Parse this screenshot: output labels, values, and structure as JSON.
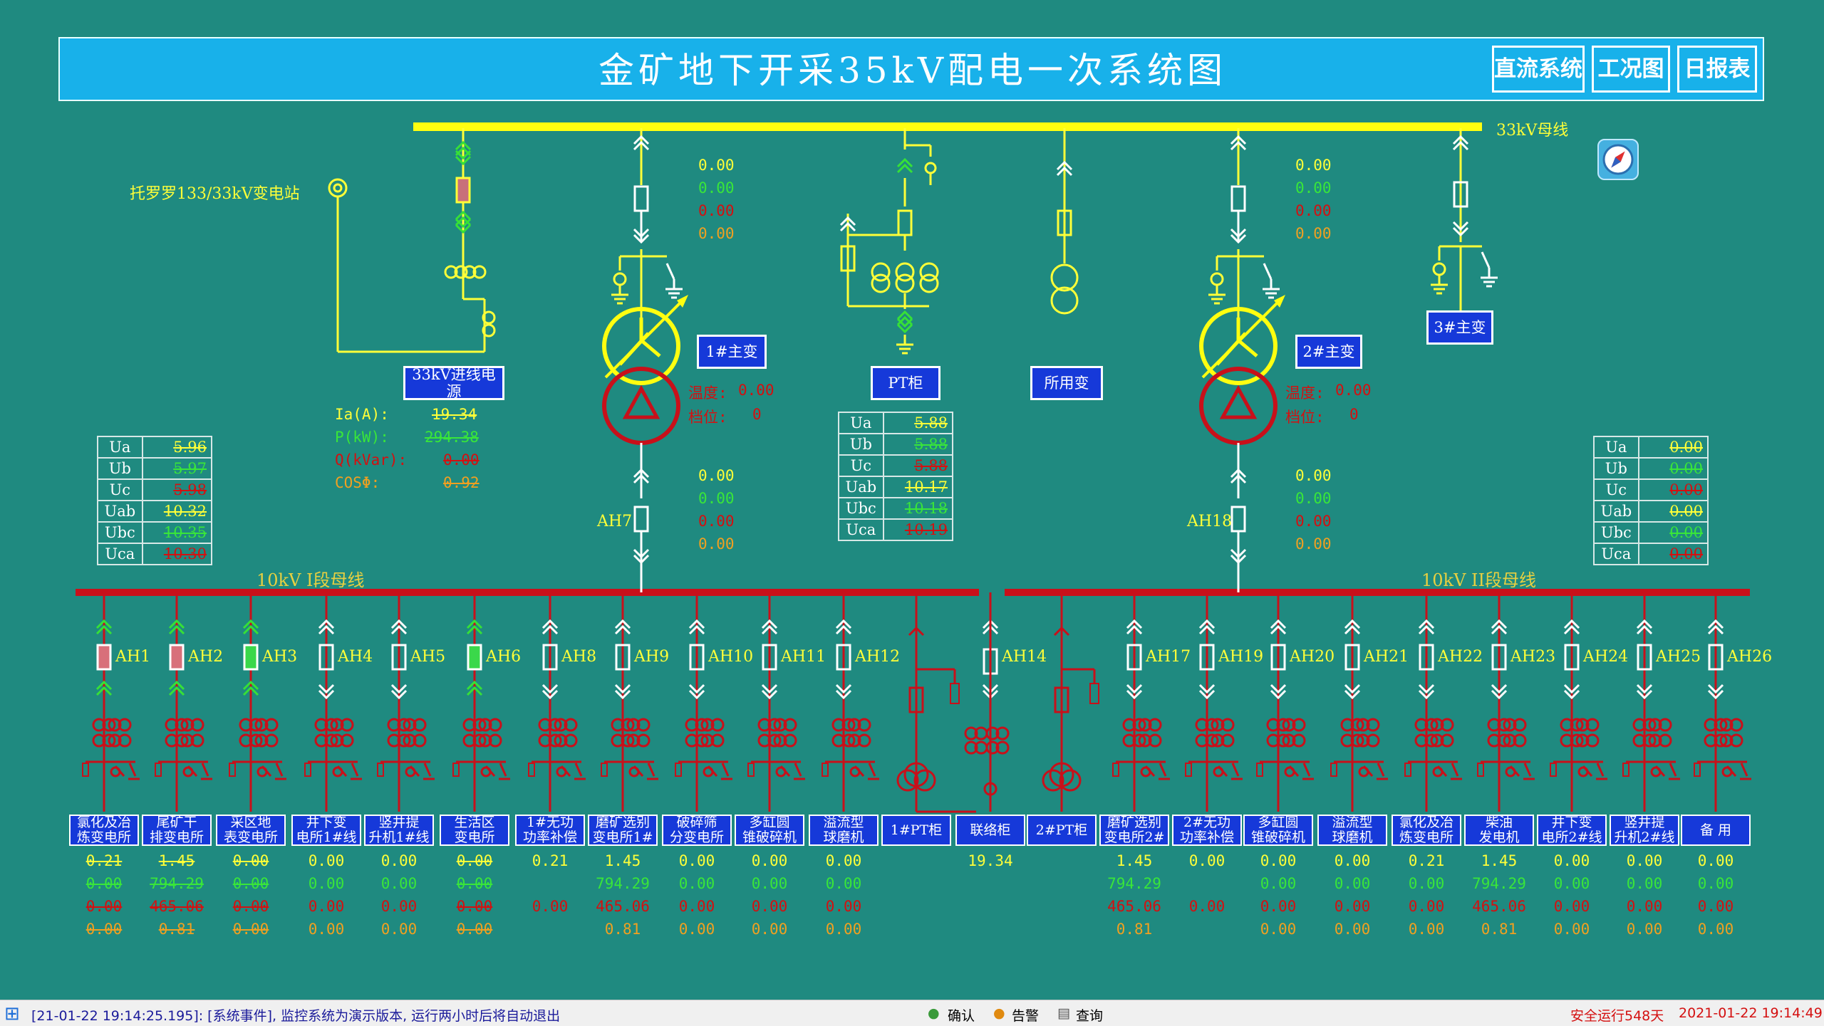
{
  "title": "金矿地下开采35kV配电一次系统图",
  "top_buttons": [
    {
      "id": "dc",
      "label": "直流系统"
    },
    {
      "id": "work",
      "label": "工况图"
    },
    {
      "id": "report",
      "label": "日报表"
    }
  ],
  "bus": {
    "b33": "33kV母线",
    "b10a": "10kV I段母线",
    "b10b": "10kV II段母线"
  },
  "substation_label": "托罗罗133/33kV变电站",
  "blue_labels": {
    "incoming": "33kV进线电源",
    "t1": "1#主变",
    "pt": "PT柜",
    "aux": "所用变",
    "t2": "2#主变",
    "t3": "3#主变"
  },
  "incoming": {
    "rows": [
      {
        "k": "Ia(A):",
        "v": "19.34",
        "kc": "#ffff38",
        "vc": "#ffff38"
      },
      {
        "k": "P(kW):",
        "v": "294.38",
        "kc": "#39e639",
        "vc": "#39e639"
      },
      {
        "k": "Q(kVar):",
        "v": "0.00",
        "kc": "#d41010",
        "vc": "#d41010"
      },
      {
        "k": "COSΦ:",
        "v": "0.92",
        "kc": "#f0a020",
        "vc": "#f0a020"
      }
    ]
  },
  "t1": {
    "vals_top": [
      "0.00",
      "0.00",
      "0.00",
      "0.00"
    ],
    "vals_bot": [
      "0.00",
      "0.00",
      "0.00",
      "0.00"
    ],
    "temp_label": "温度:",
    "temp": "0.00",
    "tap_label": "档位:",
    "tap": "0",
    "feeder": "AH7"
  },
  "t2": {
    "vals_top": [
      "0.00",
      "0.00",
      "0.00",
      "0.00"
    ],
    "vals_bot": [
      "0.00",
      "0.00",
      "0.00",
      "0.00"
    ],
    "temp_label": "温度:",
    "temp": "0.00",
    "tap_label": "档位:",
    "tap": "0",
    "feeder": "AH18"
  },
  "table_left": [
    [
      "Ua",
      "5.96"
    ],
    [
      "Ub",
      "5.97"
    ],
    [
      "Uc",
      "5.98"
    ],
    [
      "Uab",
      "10.32"
    ],
    [
      "Ubc",
      "10.35"
    ],
    [
      "Uca",
      "10.30"
    ]
  ],
  "table_mid": [
    [
      "Ua",
      "5.88"
    ],
    [
      "Ub",
      "5.88"
    ],
    [
      "Uc",
      "5.88"
    ],
    [
      "Uab",
      "10.17"
    ],
    [
      "Ubc",
      "10.18"
    ],
    [
      "Uca",
      "10.19"
    ]
  ],
  "table_right": [
    [
      "Ua",
      "0.00"
    ],
    [
      "Ub",
      "0.00"
    ],
    [
      "Uc",
      "0.00"
    ],
    [
      "Uab",
      "0.00"
    ],
    [
      "Ubc",
      "0.00"
    ],
    [
      "Uca",
      "0.00"
    ]
  ],
  "feeders": [
    {
      "ah": "AH1",
      "name": "氯化及冶\n炼变电所",
      "v": [
        "0.21",
        "0.00",
        "0.00",
        "0.00"
      ],
      "s": true
    },
    {
      "ah": "AH2",
      "name": "尾矿干\n排变电所",
      "v": [
        "1.45",
        "794.29",
        "465.06",
        "0.81"
      ],
      "s": true
    },
    {
      "ah": "AH3",
      "name": "采区地\n表变电所",
      "v": [
        "0.00",
        "0.00",
        "0.00",
        "0.00"
      ],
      "s": true
    },
    {
      "ah": "AH4",
      "name": "井下变\n电所1#线",
      "v": [
        "0.00",
        "0.00",
        "0.00",
        "0.00"
      ],
      "s": false
    },
    {
      "ah": "AH5",
      "name": "竖井提\n升机1#线",
      "v": [
        "0.00",
        "0.00",
        "0.00",
        "0.00"
      ],
      "s": false
    },
    {
      "ah": "AH6",
      "name": "生活区\n变电所",
      "v": [
        "0.00",
        "0.00",
        "0.00",
        "0.00"
      ],
      "s": true
    },
    {
      "ah": "AH8",
      "name": "1#无功\n功率补偿",
      "v": [
        "0.21",
        "",
        "0.00",
        ""
      ],
      "s": false
    },
    {
      "ah": "AH9",
      "name": "磨矿选别\n变电所1#",
      "v": [
        "1.45",
        "794.29",
        "465.06",
        "0.81"
      ],
      "s": false
    },
    {
      "ah": "AH10",
      "name": "破碎筛\n分变电所",
      "v": [
        "0.00",
        "0.00",
        "0.00",
        "0.00"
      ],
      "s": false
    },
    {
      "ah": "AH11",
      "name": "多缸圆\n锥破碎机",
      "v": [
        "0.00",
        "0.00",
        "0.00",
        "0.00"
      ],
      "s": false
    },
    {
      "ah": "AH12",
      "name": "溢流型\n球磨机",
      "v": [
        "0.00",
        "0.00",
        "0.00",
        "0.00"
      ],
      "s": false
    },
    {
      "ah": "",
      "name": "1#PT柜",
      "v": [
        "",
        "",
        "",
        ""
      ],
      "s": false
    },
    {
      "ah": "AH14",
      "name": "联络柜",
      "v": [
        "19.34",
        "",
        "",
        ""
      ],
      "s": false
    },
    {
      "ah": "",
      "name": "2#PT柜",
      "v": [
        "",
        "",
        "",
        ""
      ],
      "s": false
    },
    {
      "ah": "AH17",
      "name": "磨矿选别\n变电所2#",
      "v": [
        "1.45",
        "794.29",
        "465.06",
        "0.81"
      ],
      "s": false
    },
    {
      "ah": "AH19",
      "name": "2#无功\n功率补偿",
      "v": [
        "0.00",
        "",
        "0.00",
        ""
      ],
      "s": false
    },
    {
      "ah": "AH20",
      "name": "多缸圆\n锥破碎机",
      "v": [
        "0.00",
        "0.00",
        "0.00",
        "0.00"
      ],
      "s": false
    },
    {
      "ah": "AH21",
      "name": "溢流型\n球磨机",
      "v": [
        "0.00",
        "0.00",
        "0.00",
        "0.00"
      ],
      "s": false
    },
    {
      "ah": "AH22",
      "name": "氯化及冶\n炼变电所",
      "v": [
        "0.21",
        "0.00",
        "0.00",
        "0.00"
      ],
      "s": false
    },
    {
      "ah": "AH23",
      "name": "柴油\n发电机",
      "v": [
        "1.45",
        "794.29",
        "465.06",
        "0.81"
      ],
      "s": false
    },
    {
      "ah": "AH24",
      "name": "井下变\n电所2#线",
      "v": [
        "0.00",
        "0.00",
        "0.00",
        "0.00"
      ],
      "s": false
    },
    {
      "ah": "AH25",
      "name": "竖井提\n升机2#线",
      "v": [
        "0.00",
        "0.00",
        "0.00",
        "0.00"
      ],
      "s": false
    },
    {
      "ah": "AH26",
      "name": "备 用",
      "v": [
        "0.00",
        "0.00",
        "0.00",
        "0.00"
      ],
      "s": false
    }
  ],
  "status": {
    "event": "[21-01-22 19:14:25.195]: [系统事件], 监控系统为演示版本, 运行两小时后将自动退出",
    "confirm": "确认",
    "alarm": "告警",
    "query": "查询",
    "safe": "安全运行548天",
    "time": "2021-01-22 19:14:49"
  },
  "colors": {
    "bus33": "#ffff10",
    "bus10": "#c8101a",
    "line33": "#ffff38",
    "line10": "#c8101a",
    "box": "#1639d9",
    "bg": "#1f8a80"
  }
}
